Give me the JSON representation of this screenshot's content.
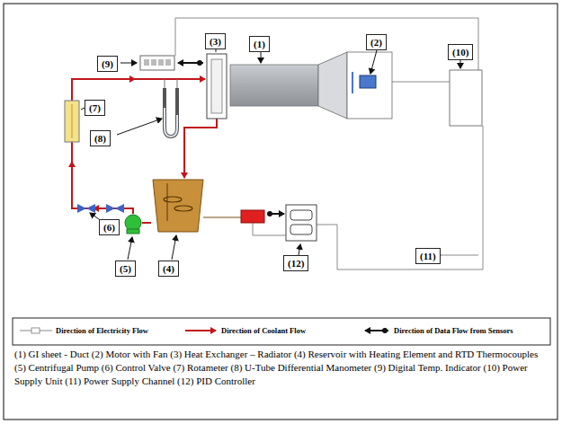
{
  "diagram": {
    "caption": "(1) GI sheet - Duct (2) Motor with Fan (3) Heat Exchanger – Radiator (4) Reservoir with Heating Element and RTD Thermocouples (5) Centrifugal Pump (6) Control Valve (7) Rotameter (8) U-Tube Differential Manometer (9) Digital Temp. Indicator (10) Power Supply Unit (11) Power Supply Channel (12) PID Controller",
    "nodes": [
      {
        "text": [
          "(9)"
        ]
      },
      {
        "text": [
          "(3)"
        ]
      },
      {
        "text": [
          "(1)"
        ]
      },
      {
        "text": [
          "(2)"
        ]
      },
      {
        "text": [
          "(10)"
        ]
      },
      {
        "text": [
          "(7)"
        ]
      },
      {
        "text": [
          "(8)"
        ]
      },
      {
        "text": [
          "(6)"
        ]
      },
      {
        "text": [
          "(11)"
        ]
      },
      {
        "text": [
          "(5)"
        ]
      },
      {
        "text": [
          "(4)"
        ]
      },
      {
        "text": [
          "(12)"
        ]
      }
    ],
    "legend": [
      {
        "text": "Direction of Electricity Flow"
      },
      {
        "text": "Direction of Coolant Flow"
      },
      {
        "text": "Direction of Data Flow from Sensors"
      }
    ]
  }
}
